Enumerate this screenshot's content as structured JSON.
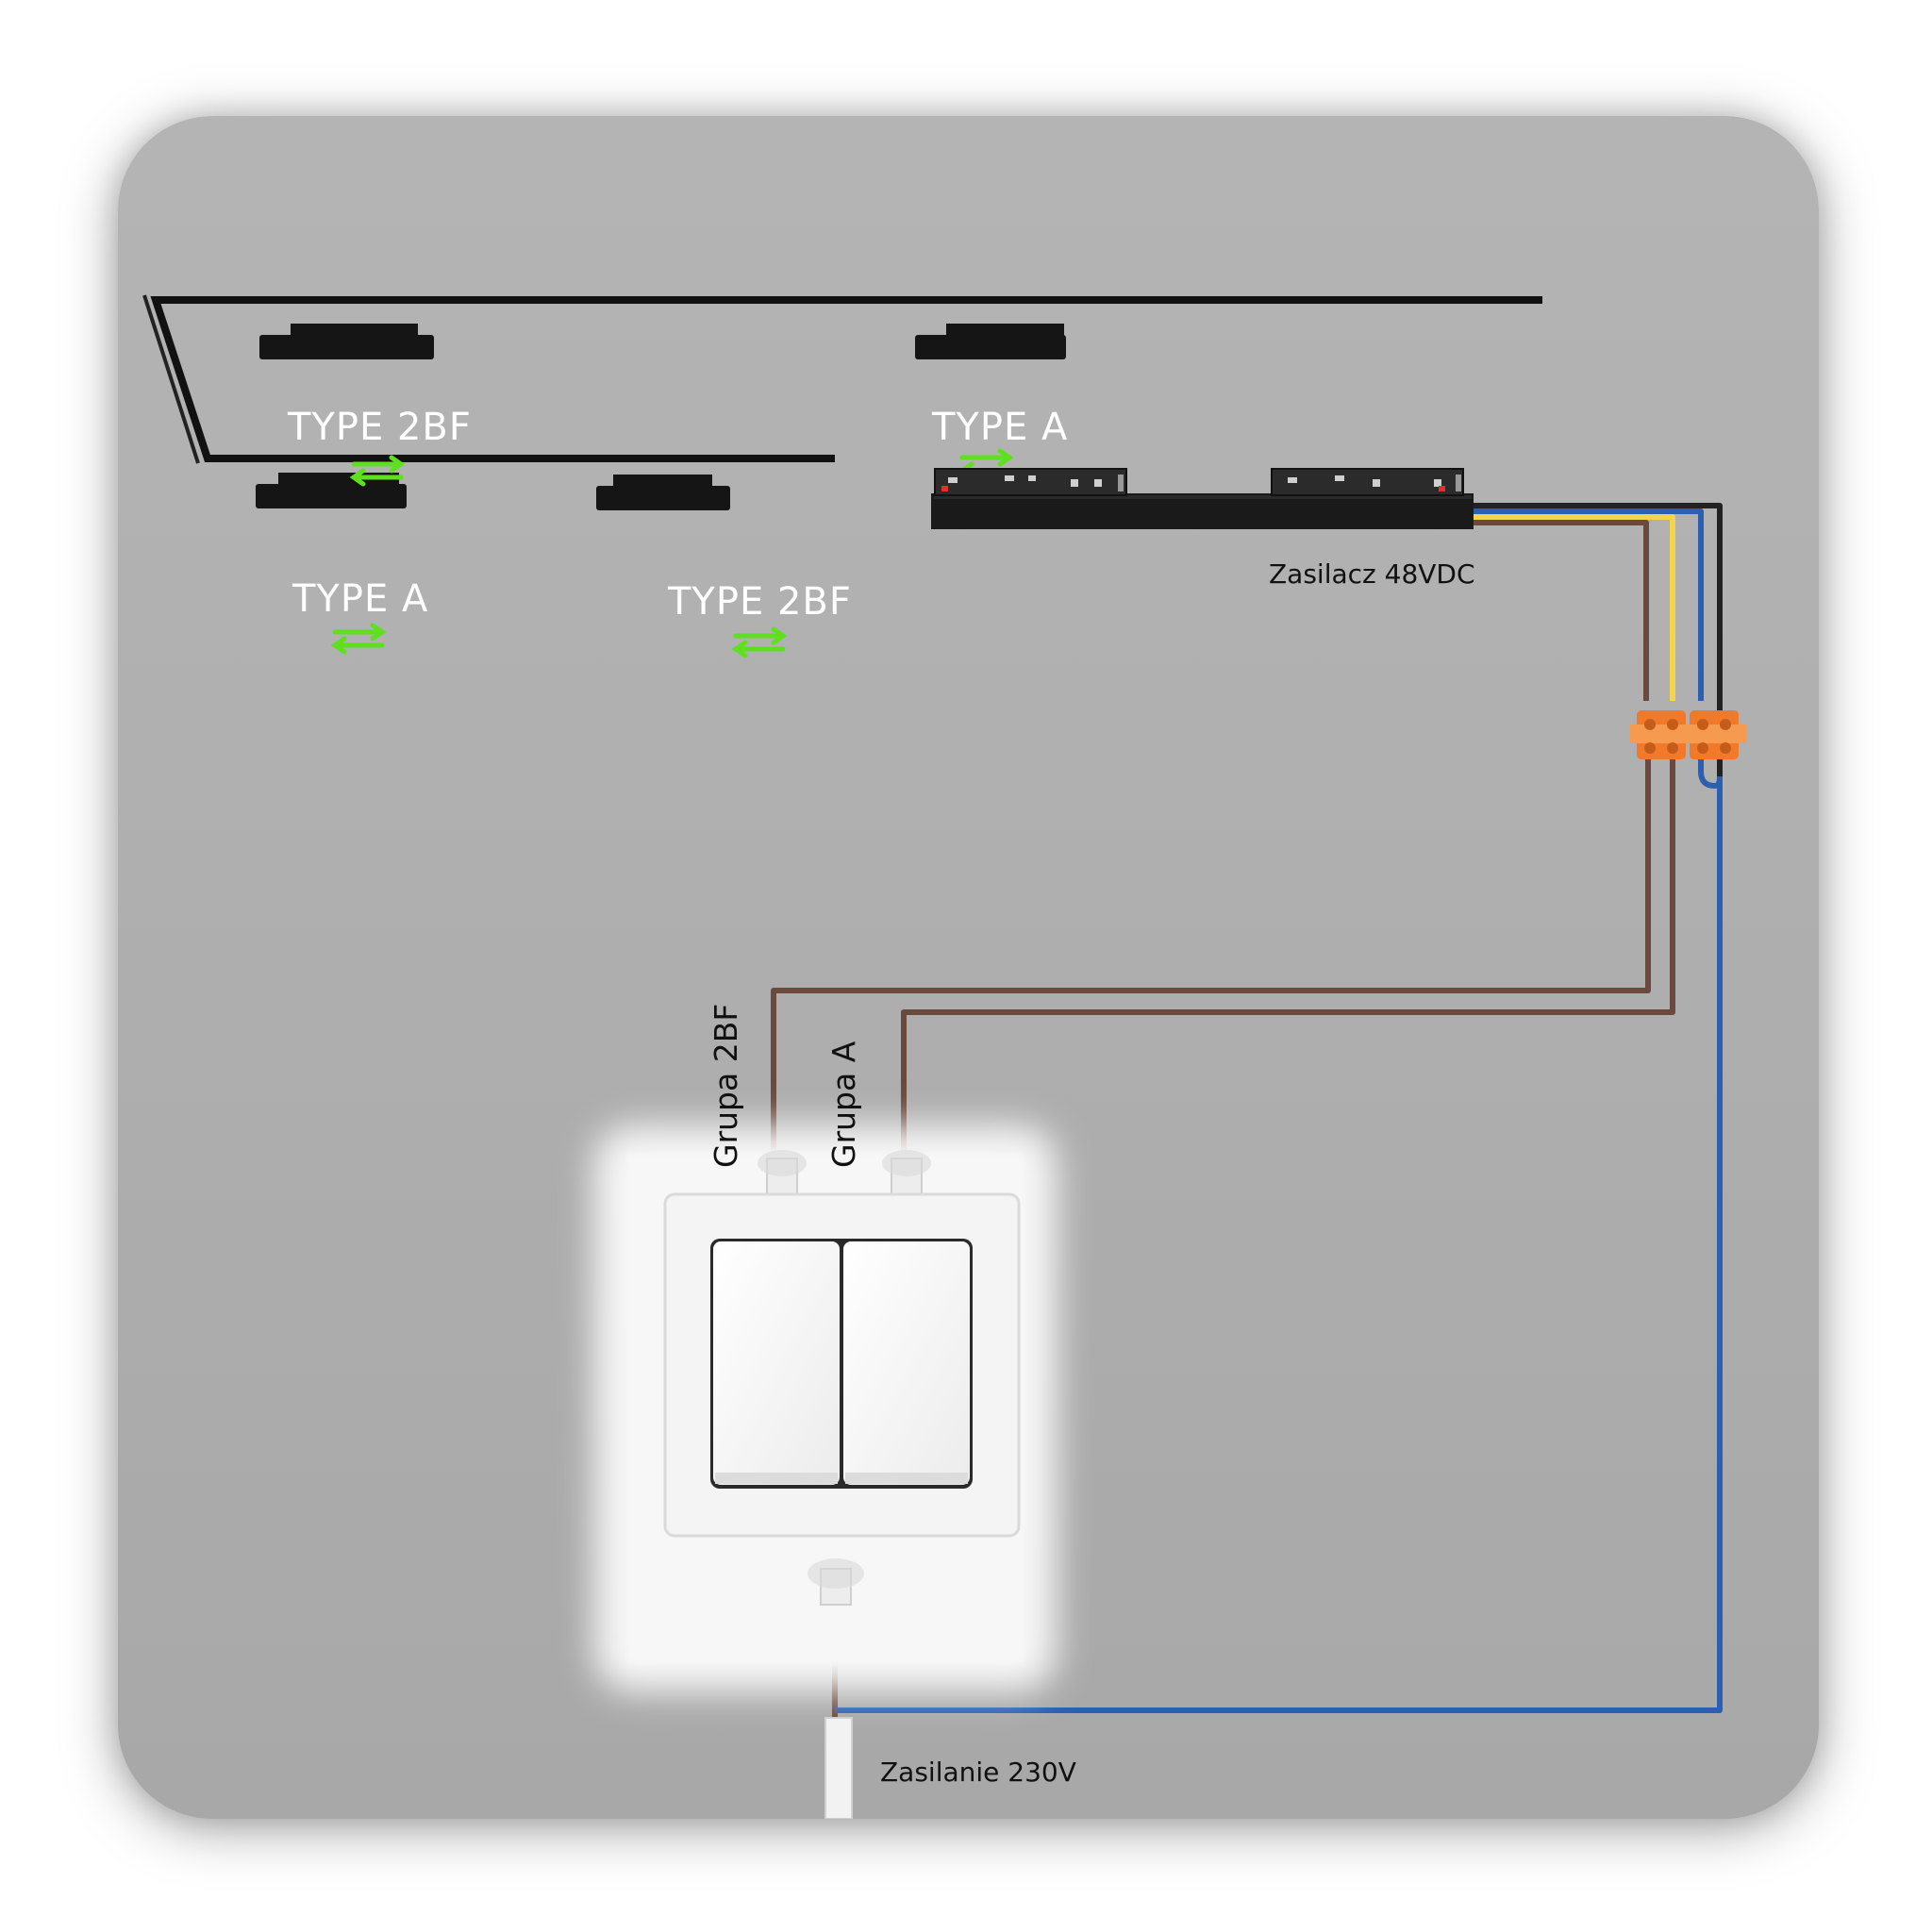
{
  "fixtures": [
    {
      "id": "fixture-1",
      "label": "TYPE 2BF"
    },
    {
      "id": "fixture-2",
      "label": "TYPE A"
    },
    {
      "id": "fixture-3",
      "label": "TYPE A"
    },
    {
      "id": "fixture-4",
      "label": "TYPE 2BF"
    }
  ],
  "power_supply": {
    "label": "Zasilacz 48VDC"
  },
  "switch_groups": {
    "group_2bf": "Grupa 2BF",
    "group_a": "Grupa A"
  },
  "mains": {
    "label": "Zasilanie 230V"
  },
  "colors": {
    "track": "#111111",
    "wire_brown": "#6b4a3d",
    "wire_blue": "#2b5fb0",
    "wire_yellow": "#f3d54a",
    "wire_black": "#222222",
    "arrows": "#5fe01f",
    "connector": "#f07a2a"
  }
}
